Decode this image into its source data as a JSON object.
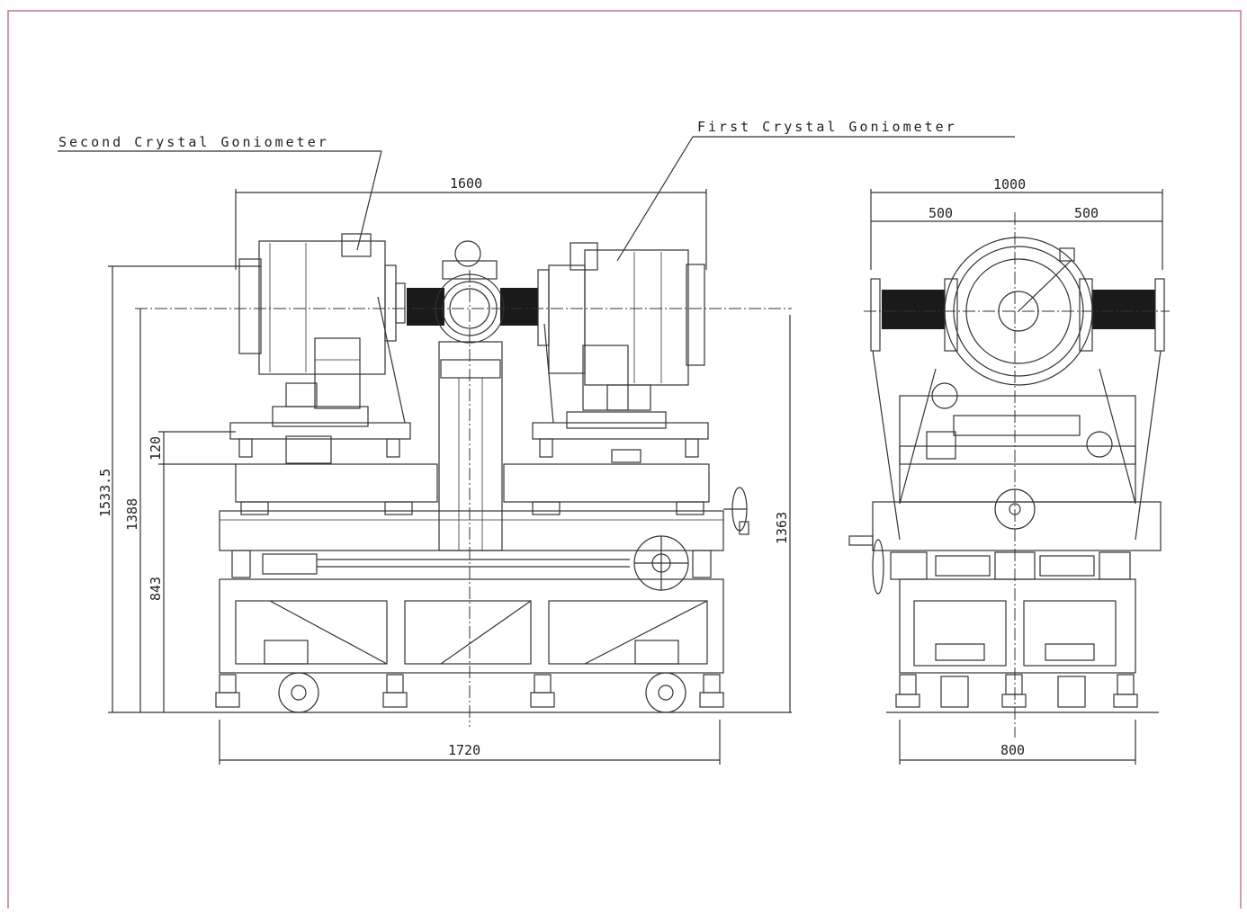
{
  "labels": {
    "second_crystal": "Second Crystal Goniometer",
    "first_crystal": "First Crystal Goniometer"
  },
  "dimensions": {
    "front_top_width": "1600",
    "front_base_width": "1720",
    "height_total": "1533.5",
    "height_axis": "1388",
    "height_table": "843",
    "height_stage": "120",
    "height_right": "1363",
    "side_top_width": "1000",
    "side_half_left": "500",
    "side_half_right": "500",
    "side_base_width": "800"
  },
  "colors": {
    "line": "#333333",
    "frame": "#c07a8a",
    "paper": "#ffffff"
  }
}
